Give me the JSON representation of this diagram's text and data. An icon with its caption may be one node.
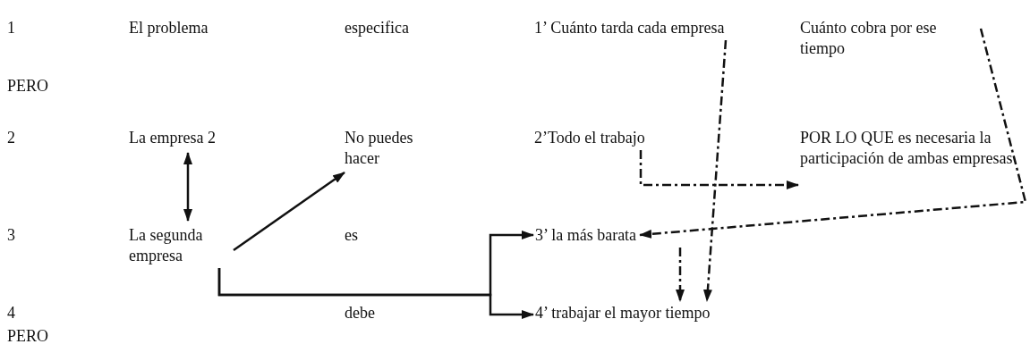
{
  "diagram": {
    "nodes": [
      {
        "text": [
          "1’ Cuánto tarda cada empresa"
        ]
      },
      {
        "text": [
          "Cuánto cobra por ese tiempo"
        ]
      },
      {
        "text": [
          "La empresa 2"
        ]
      },
      {
        "text": [
          "No puedes hacer"
        ]
      },
      {
        "text": [
          "2’Todo el trabajo"
        ]
      },
      {
        "text": [
          "POR LO QUE es necesaria la participación de ambas empresas"
        ]
      },
      {
        "text": [
          "La segunda empresa"
        ]
      },
      {
        "text": [
          "3’ la más barata"
        ]
      },
      {
        "text": [
          "4’ trabajar el mayor tiempo"
        ]
      }
    ],
    "edges": [
      {
        "from": 2,
        "to": 6,
        "arrow": "both"
      },
      {
        "from": 6,
        "to": 3,
        "arrow": "to"
      },
      {
        "from": 6,
        "to": 7,
        "arrow": "to"
      },
      {
        "from": 6,
        "to": 8,
        "arrow": "to"
      },
      {
        "from": 4,
        "to": 5,
        "arrow": "to",
        "style": "dashed"
      },
      {
        "from": 0,
        "to": 8,
        "arrow": "to",
        "style": "dashed"
      },
      {
        "from": 1,
        "to": 7,
        "arrow": "to",
        "style": "dashed"
      },
      {
        "from": 7,
        "to": 8,
        "arrow": "to",
        "style": "dashed"
      }
    ],
    "labels": [
      "1",
      "El problema",
      "especifica",
      "PERO",
      "2",
      "3",
      "es",
      "4",
      "debe",
      "PERO"
    ]
  }
}
